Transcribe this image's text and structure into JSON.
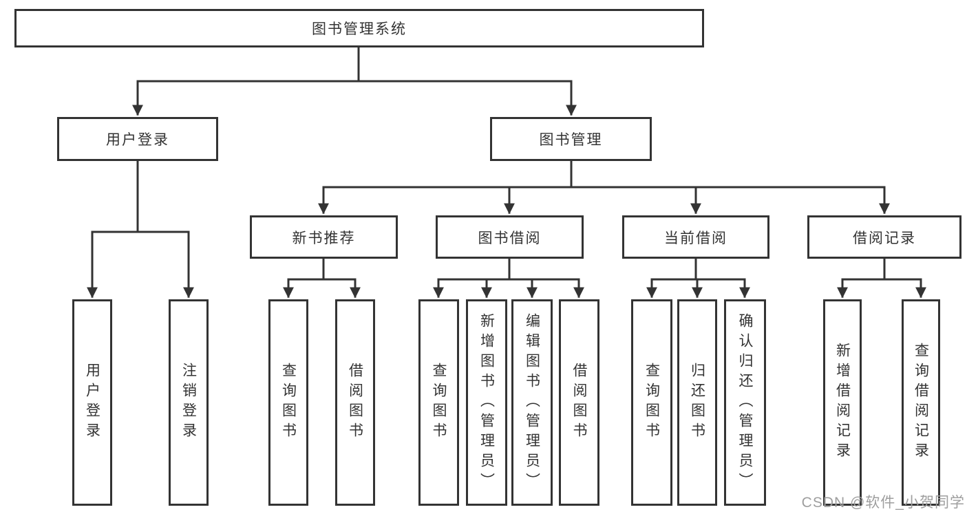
{
  "diagram": {
    "root_label": "图书管理系统",
    "branches": [
      {
        "label": "用户登录",
        "leaves": [
          "用户登录",
          "注销登录"
        ]
      },
      {
        "label": "图书管理",
        "children": [
          {
            "label": "新书推荐",
            "leaves": [
              "查询图书",
              "借阅图书"
            ]
          },
          {
            "label": "图书借阅",
            "leaves": [
              "查询图书",
              "新增图书（管理员）",
              "编辑图书（管理员）",
              "借阅图书"
            ]
          },
          {
            "label": "当前借阅",
            "leaves": [
              "查询图书",
              "归还图书",
              "确认归还（管理员）"
            ]
          },
          {
            "label": "借阅记录",
            "leaves": [
              "新增借阅记录",
              "查询借阅记录"
            ]
          }
        ]
      }
    ]
  },
  "watermark": {
    "text": "CSDN @软件_小贺同学"
  },
  "colors": {
    "line": "#333333",
    "box_border": "#333333",
    "text": "#333333",
    "watermark": "#9e9e9e",
    "background": "#ffffff"
  }
}
